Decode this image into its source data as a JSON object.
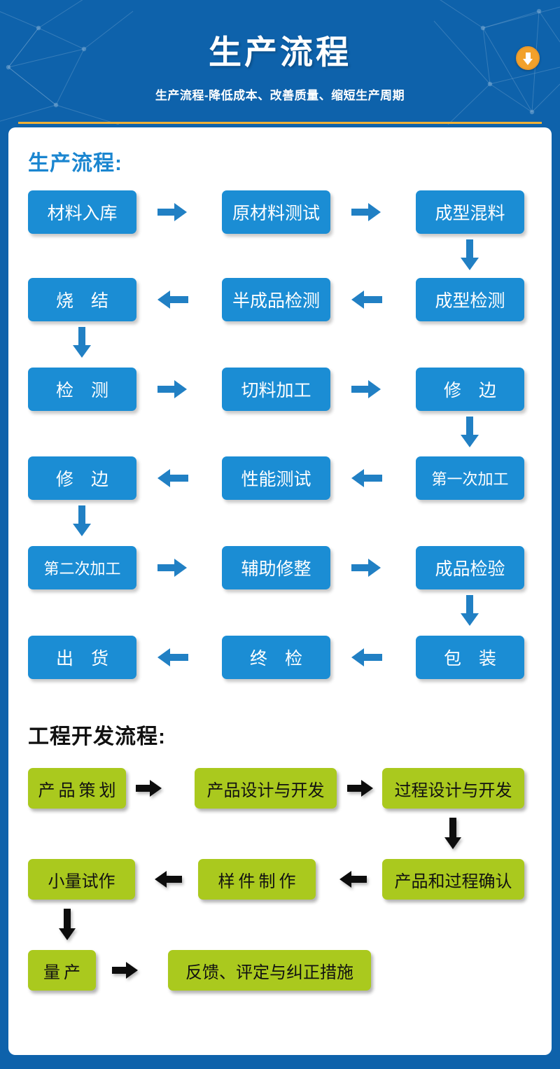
{
  "header": {
    "title": "生产流程",
    "subtitle": "生产流程-降低成本、改善质量、缩短生产周期",
    "badge_icon": "circle-arrow-down-icon",
    "bg_color": "#0e62ab",
    "rule_color": "#efb036",
    "badge_color": "#f2a12b"
  },
  "sections": [
    {
      "id": "production",
      "title": "生产流程:",
      "title_color": "#1b86d0",
      "node_color": "#1b8dd4",
      "node_text_color": "#ffffff",
      "arrow_color": "#2180c4",
      "nodes": [
        "材料入库",
        "原材料测试",
        "成型混料",
        "成型检测",
        "半成品检测",
        "烧 结",
        "检 测",
        "切料加工",
        "修 边",
        "第一次加工",
        "性能测试",
        "修 边",
        "第二次加工",
        "辅助修整",
        "成品检验",
        "包 装",
        "终 检",
        "出 货"
      ]
    },
    {
      "id": "engineering",
      "title": "工程开发流程:",
      "title_color": "#111111",
      "node_color": "#aac91e",
      "node_text_color": "#111111",
      "arrow_color": "#0d0d0d",
      "nodes": [
        "产品策划",
        "产品设计与开发",
        "过程设计与开发",
        "产品和过程确认",
        "样件制作",
        "小量试作",
        "量产",
        "反馈、评定与纠正措施"
      ]
    }
  ]
}
